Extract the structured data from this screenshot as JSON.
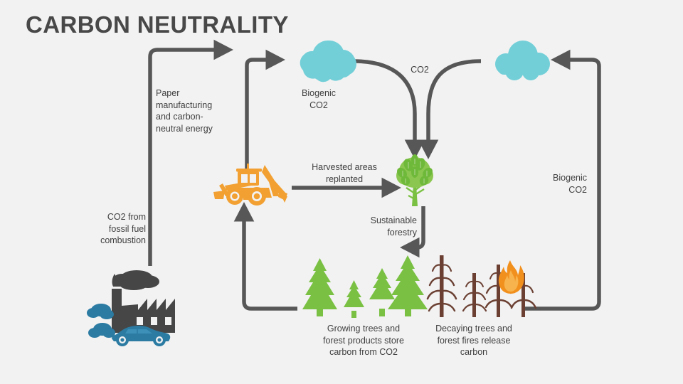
{
  "title": "CARBON NEUTRALITY",
  "colors": {
    "background": "#f2f2f2",
    "arrow": "#575757",
    "text": "#3f3f3f",
    "title": "#484848",
    "cloud": "#72cfd8",
    "tree_green": "#7ac143",
    "leaf_tree_green": "#79c143",
    "machine_orange": "#f2a031",
    "flame_orange": "#f2901e",
    "factory_dark": "#464646",
    "car_blue": "#2b7ba3",
    "dead_tree_brown": "#6b4033"
  },
  "labels": {
    "paper_manufacturing": "Paper\nmanufacturing\nand carbon-\nneutral energy",
    "co2_fossil": "CO2 from\nfossil fuel\ncombustion",
    "biogenic_co2_left": "Biogenic\nCO2",
    "biogenic_co2_right": "Biogenic\nCO2",
    "co2_center": "CO2",
    "harvested_areas": "Harvested areas\nreplanted",
    "sustainable_forestry": "Sustainable\nforestry",
    "growing_trees": "Growing trees and\nforest products store\ncarbon from CO2",
    "decaying_trees": "Decaying trees and\nforest fires release\ncarbon"
  },
  "icons": {
    "cloud_left": "cloud-icon",
    "cloud_right": "cloud-icon",
    "leafy_tree": "leafy-tree-icon",
    "backhoe": "backhoe-loader-icon",
    "factory_car": "factory-and-car-emissions-icon",
    "pine_forest": "pine-forest-icon",
    "dead_trees_fire": "dead-trees-with-fire-icon"
  },
  "arrows": [
    {
      "name": "arrow-factory-to-paper",
      "from": "factory",
      "to": "paper-manufacturing"
    },
    {
      "name": "arrow-backhoe-to-biogenic-co2",
      "from": "backhoe",
      "to": "cloud-left"
    },
    {
      "name": "arrow-cloud-left-to-tree",
      "from": "cloud-left",
      "to": "leafy-tree"
    },
    {
      "name": "arrow-cloud-right-to-tree",
      "from": "cloud-right",
      "to": "leafy-tree"
    },
    {
      "name": "arrow-harvested-replanted",
      "from": "backhoe",
      "to": "leafy-tree"
    },
    {
      "name": "arrow-sustainable-forestry",
      "from": "leafy-tree",
      "to": "pine-forest"
    },
    {
      "name": "arrow-pine-forest-to-backhoe",
      "from": "pine-forest",
      "to": "backhoe"
    },
    {
      "name": "arrow-dead-trees-to-cloud-right",
      "from": "dead-trees",
      "to": "cloud-right"
    }
  ]
}
